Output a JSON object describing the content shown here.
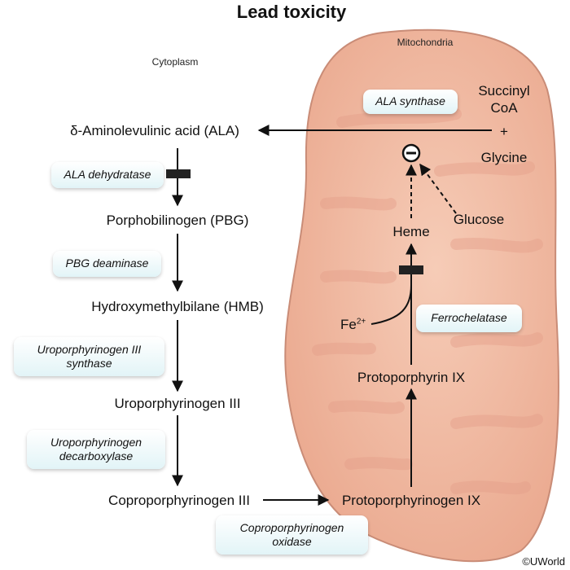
{
  "title": "Lead toxicity",
  "regions": {
    "cytoplasm": "Cytoplasm",
    "mitochondria": "Mitochondria"
  },
  "compounds": {
    "ala": "δ-Aminolevulinic acid (ALA)",
    "pbg": "Porphobilinogen (PBG)",
    "hmb": "Hydroxymethylbilane (HMB)",
    "uro3": "Uroporphyrinogen III",
    "copro3": "Coproporphyrinogen III",
    "protogen9": "Protoporphyrinogen IX",
    "proto9": "Protoporphyrin IX",
    "heme": "Heme",
    "glucose": "Glucose",
    "succinyl": "Succinyl",
    "coa": "CoA",
    "plus": "+",
    "glycine": "Glycine",
    "fe": "Fe",
    "fe_charge": "2+"
  },
  "enzymes": {
    "ala_synthase": "ALA synthase",
    "ala_dehydratase": "ALA dehydratase",
    "pbg_deaminase": "PBG deaminase",
    "uro3_synthase_line1": "Uroporphyrinogen III",
    "uro3_synthase_line2": "synthase",
    "uro_decarbox_line1": "Uroporphyrinogen",
    "uro_decarbox_line2": "decarboxylase",
    "ferrochelatase": "Ferrochelatase",
    "copro_oxidase_line1": "Coproporphyrinogen",
    "copro_oxidase_line2": "oxidase"
  },
  "inhibition_symbol": "−",
  "copyright": "©UWorld",
  "colors": {
    "mito_fill": "#f1b89f",
    "mito_stroke": "#c98c77",
    "cristae": "#e9a895",
    "enzyme_box": "#e2f4f7",
    "block_bar": "#222222"
  }
}
